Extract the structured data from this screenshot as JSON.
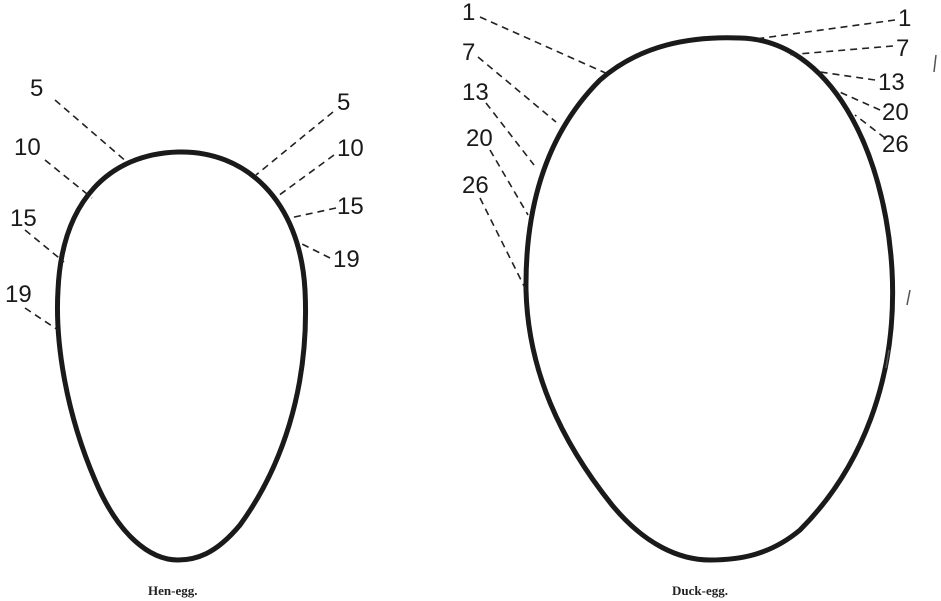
{
  "hen_egg": {
    "caption": "Hen-egg.",
    "left_labels": [
      "5",
      "10",
      "15",
      "19"
    ],
    "right_labels": [
      "5",
      "10",
      "15",
      "19"
    ]
  },
  "duck_egg": {
    "caption": "Duck-egg.",
    "left_labels": [
      "1",
      "7",
      "13",
      "20",
      "26"
    ],
    "right_labels": [
      "1",
      "7",
      "13",
      "20",
      "26"
    ]
  }
}
